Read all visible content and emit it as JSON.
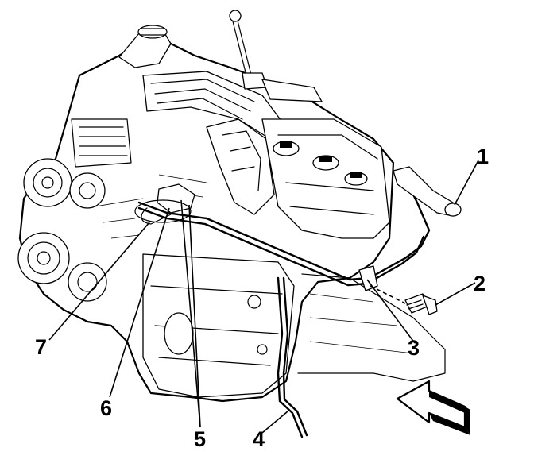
{
  "diagram": {
    "type": "exploded-engine-illustration",
    "callouts": [
      {
        "id": "1",
        "label": "1"
      },
      {
        "id": "2",
        "label": "2"
      },
      {
        "id": "3",
        "label": "3"
      },
      {
        "id": "4",
        "label": "4"
      },
      {
        "id": "5",
        "label": "5"
      },
      {
        "id": "6",
        "label": "6"
      },
      {
        "id": "7",
        "label": "7"
      }
    ],
    "direction_arrow": "front-of-vehicle-arrow"
  }
}
